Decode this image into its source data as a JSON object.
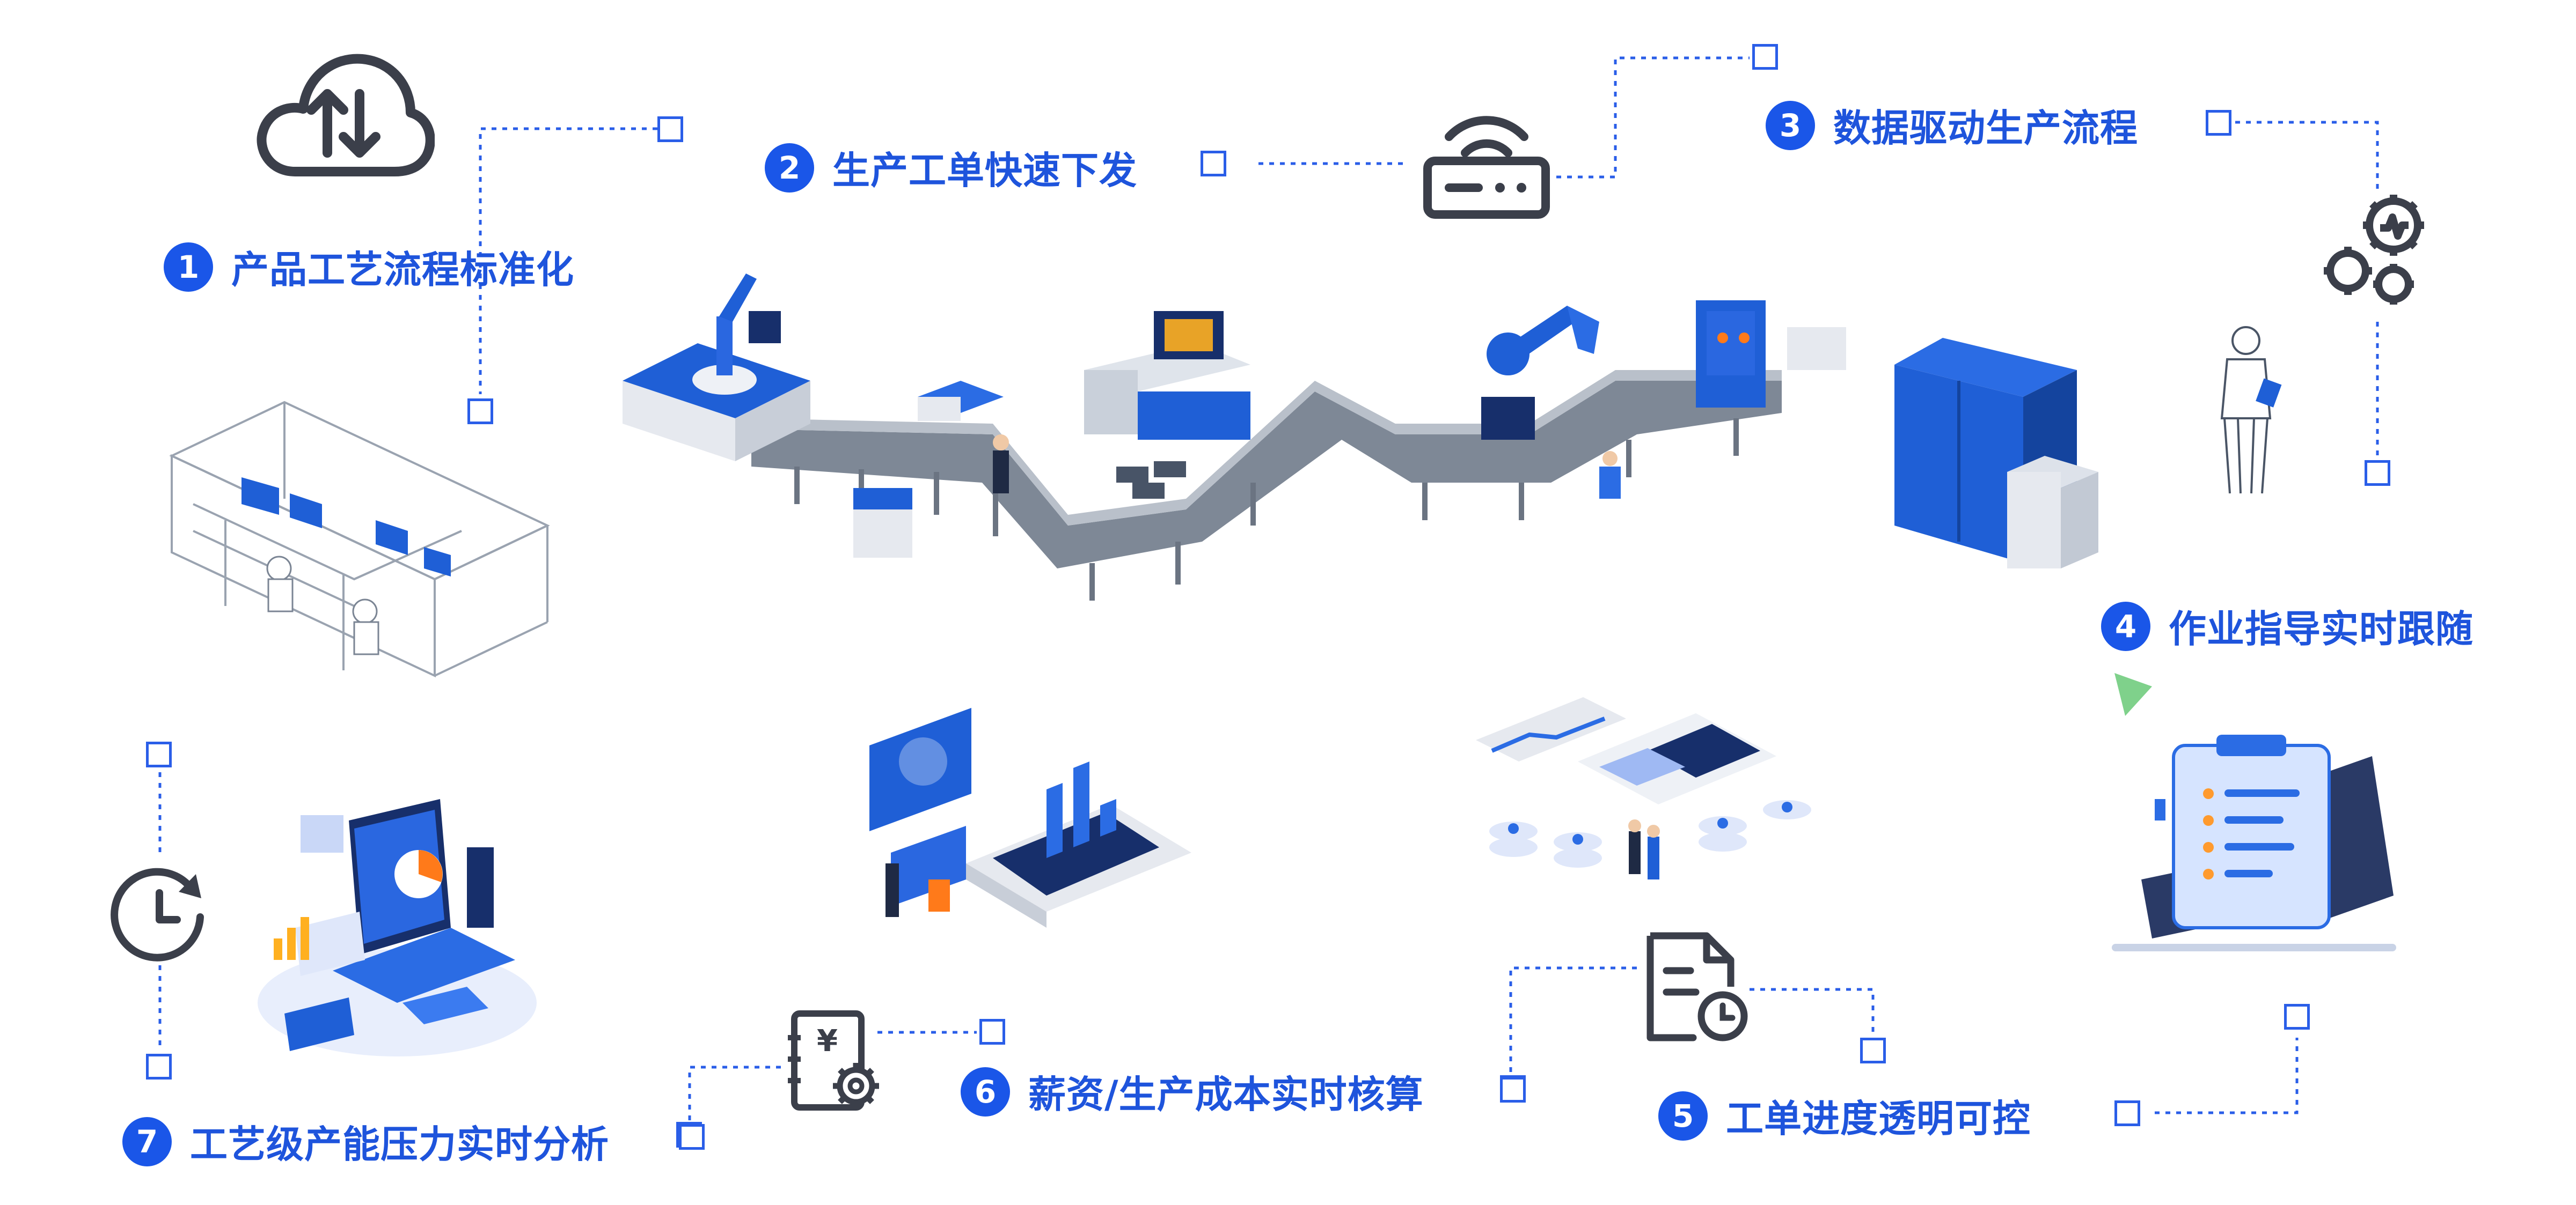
{
  "features": [
    {
      "num": "1",
      "text": "产品工艺流程标准化"
    },
    {
      "num": "2",
      "text": "生产工单快速下发"
    },
    {
      "num": "3",
      "text": "数据驱动生产流程"
    },
    {
      "num": "4",
      "text": "作业指导实时跟随"
    },
    {
      "num": "5",
      "text": "工单进度透明可控"
    },
    {
      "num": "6",
      "text": "薪资/生产成本实时核算"
    },
    {
      "num": "7",
      "text": "工艺级产能压力实时分析"
    }
  ],
  "colors": {
    "accent": "#1a56e8",
    "label": "#1e54dc",
    "icon": "#3b3f4a",
    "dotted": "#2a5ee8",
    "machine_blue": "#1f5fd6",
    "machine_gray": "#e6e9ef"
  },
  "icons": [
    "cloud-sync-icon",
    "router-icon",
    "gears-icon",
    "clipboard-icon",
    "document-clock-icon",
    "ledger-gear-icon",
    "clock-icon"
  ],
  "currency_symbol": "¥"
}
